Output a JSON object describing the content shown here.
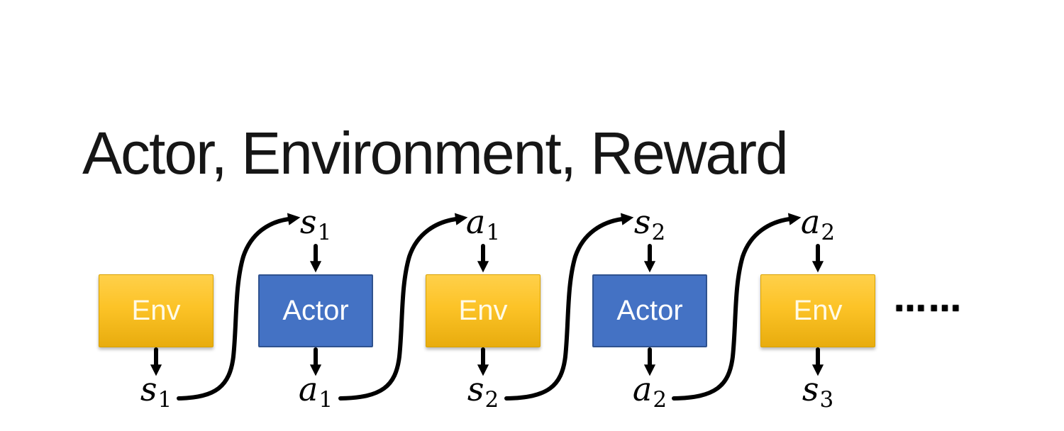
{
  "slide": {
    "title": "Actor, Environment, Reward",
    "ellipsis": "……",
    "colors": {
      "env_top": "#FFD04A",
      "env_bottom": "#E8AC0E",
      "env_border": "#D9A200",
      "actor_fill": "#4472C4",
      "actor_border": "#2F528F",
      "box_text": "#FFFFFF",
      "arrow": "#000000"
    },
    "nodes": [
      {
        "box": "Env",
        "top_label": null,
        "bottom_label": {
          "base": "s",
          "sub": "1"
        }
      },
      {
        "box": "Actor",
        "top_label": {
          "base": "s",
          "sub": "1"
        },
        "bottom_label": {
          "base": "a",
          "sub": "1"
        }
      },
      {
        "box": "Env",
        "top_label": {
          "base": "a",
          "sub": "1"
        },
        "bottom_label": {
          "base": "s",
          "sub": "2"
        }
      },
      {
        "box": "Actor",
        "top_label": {
          "base": "s",
          "sub": "2"
        },
        "bottom_label": {
          "base": "a",
          "sub": "2"
        }
      },
      {
        "box": "Env",
        "top_label": {
          "base": "a",
          "sub": "2"
        },
        "bottom_label": {
          "base": "s",
          "sub": "3"
        }
      }
    ]
  }
}
